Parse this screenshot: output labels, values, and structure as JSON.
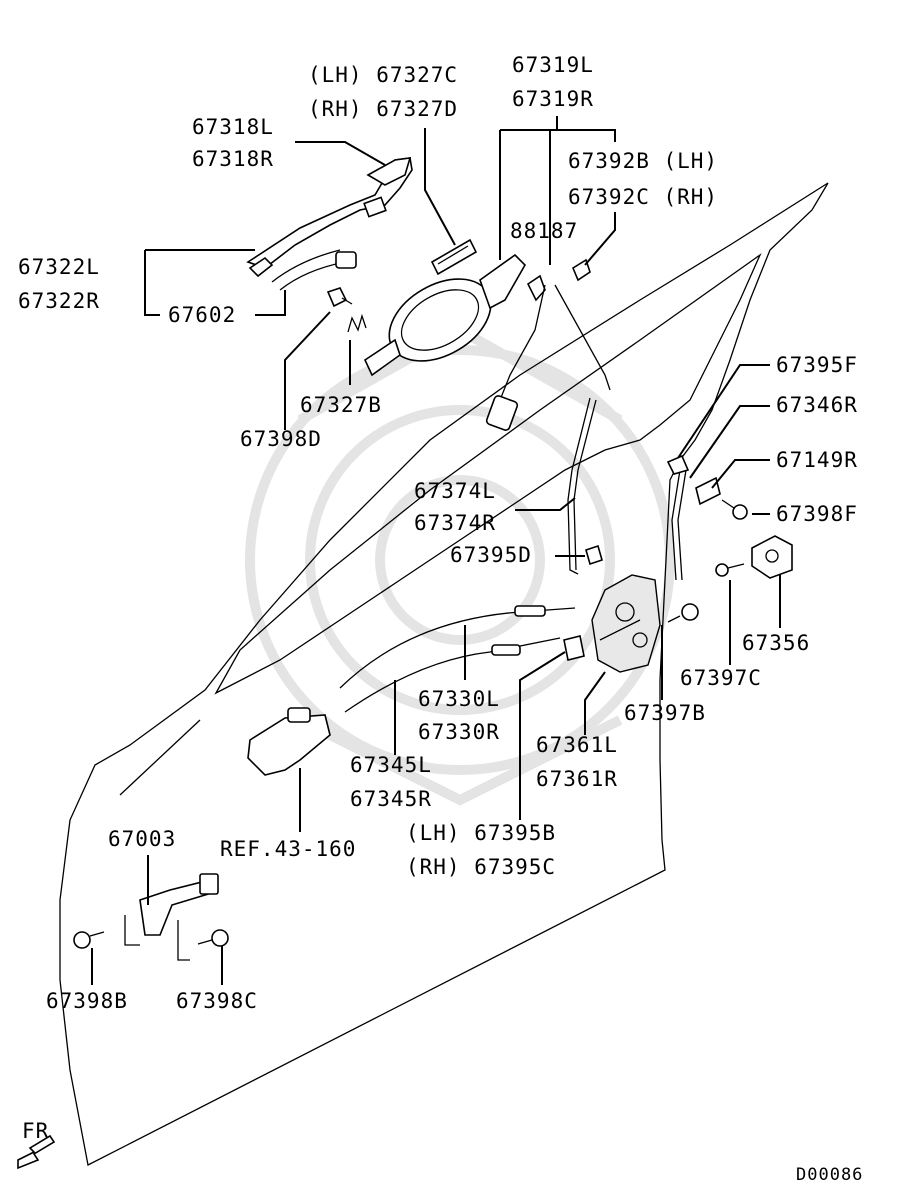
{
  "diagram_id": "D00086",
  "direction_label": "FR",
  "labels": {
    "l67327": [
      "(LH) 67327C",
      "(RH) 67327D"
    ],
    "l67319": [
      "67319L",
      "67319R"
    ],
    "l67318": [
      "67318L",
      "67318R"
    ],
    "l67392": [
      "67392B (LH)",
      "67392C (RH)"
    ],
    "l88187": "88187",
    "l67322": [
      "67322L",
      "67322R"
    ],
    "l67602": "67602",
    "l67327B": "67327B",
    "l67398D": "67398D",
    "l67395F": "67395F",
    "l67346R": "67346R",
    "l67149R": "67149R",
    "l67398F": "67398F",
    "l67374": [
      "67374L",
      "67374R"
    ],
    "l67395D": "67395D",
    "l67356": "67356",
    "l67397C": "67397C",
    "l67397B": "67397B",
    "l67330": [
      "67330L",
      "67330R"
    ],
    "l67361": [
      "67361L",
      "67361R"
    ],
    "l67345": [
      "67345L",
      "67345R"
    ],
    "lref": "REF.43-160",
    "l67395BC": [
      "(LH) 67395B",
      "(RH) 67395C"
    ],
    "l67003": "67003",
    "l67398B": "67398B",
    "l67398C": "67398C"
  }
}
